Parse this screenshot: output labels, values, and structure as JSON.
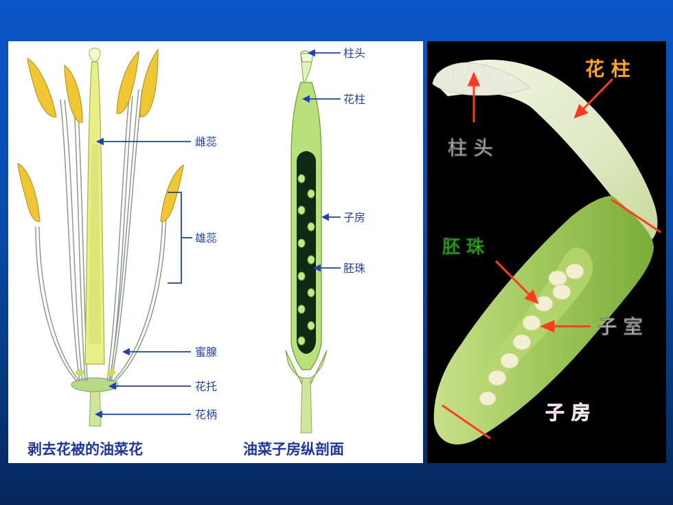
{
  "left_panel": {
    "labels": {
      "pistil": "雌蕊",
      "stamen": "雄蕊",
      "nectary": "蜜腺",
      "receptacle": "花托",
      "pedicel": "花柄",
      "stigma": "柱头",
      "style": "花柱",
      "ovary": "子房",
      "ovule": "胚珠"
    },
    "captions": {
      "flower": "剥去花被的油菜花",
      "section": "油菜子房纵剖面"
    }
  },
  "right_panel": {
    "labels": {
      "style": "花 柱",
      "stigma": "柱 头",
      "ovule": "胚 珠",
      "locule": "子 室",
      "ovary": "子 房"
    }
  },
  "colors": {
    "label_blue": "#1c3fbf",
    "caption_blue": "#1a34b0",
    "arrow_red": "#ff3b1f",
    "style_label": "#ffa510",
    "stigma_label": "#ffffff",
    "ovule_label": "#3ff02a",
    "locule_label": "#ffffff",
    "ovary_label": "#ff66cc"
  }
}
